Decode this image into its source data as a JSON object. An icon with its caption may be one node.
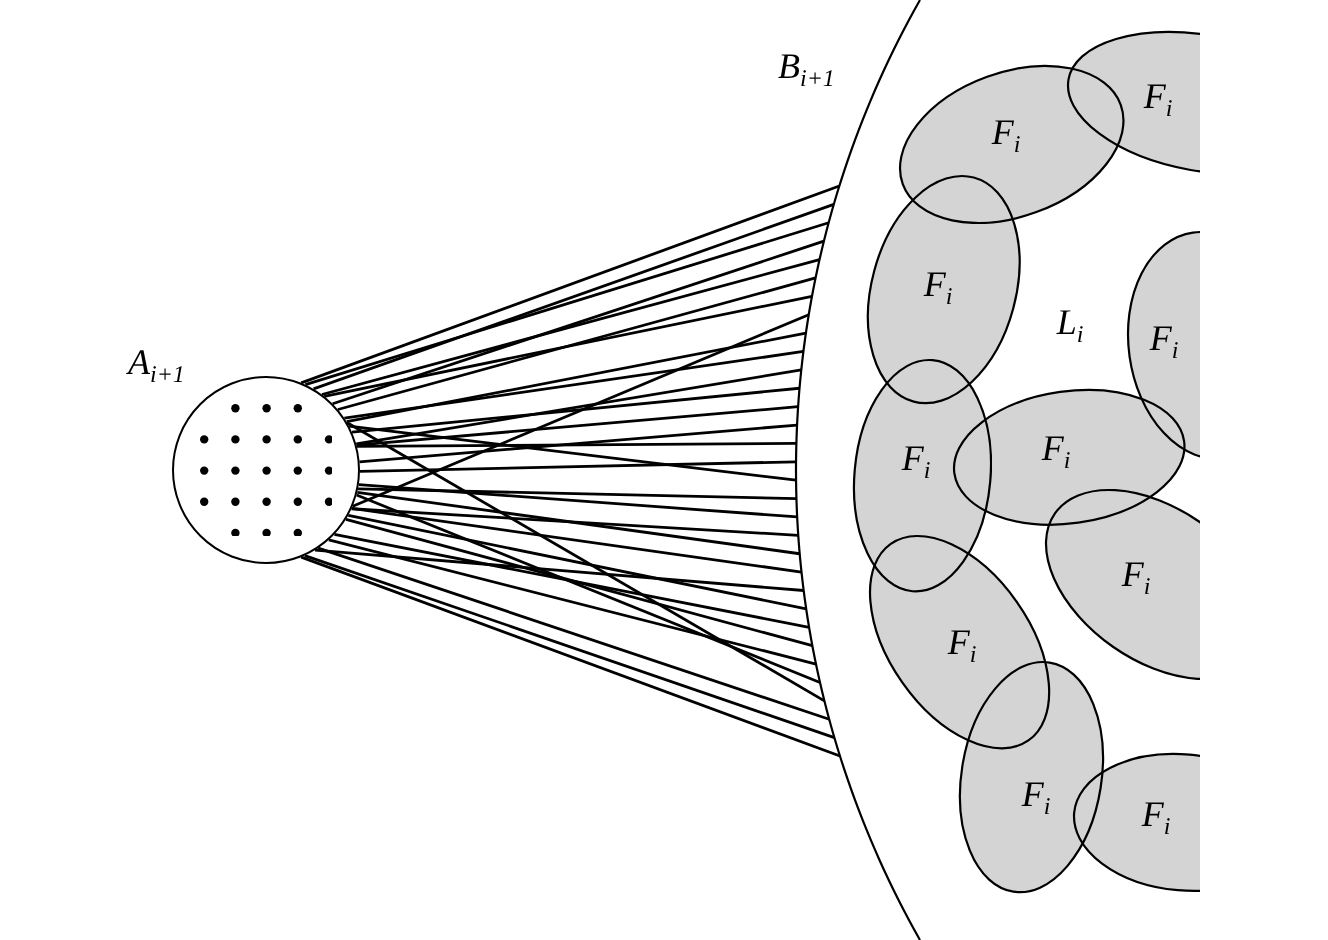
{
  "diagram": {
    "nodes": [
      {
        "text": [
          "A$_{i+1}$"
        ]
      },
      {
        "text": [
          "B$_{i+1}$"
        ]
      },
      {
        "text": [
          "F$_{i}$"
        ]
      },
      {
        "text": [
          "F$_{i}$"
        ]
      },
      {
        "text": [
          "F$_{i}$"
        ]
      },
      {
        "text": [
          "F$_{i}$"
        ]
      },
      {
        "text": [
          "F$_{i}$"
        ]
      },
      {
        "text": [
          "F$_{i}$"
        ]
      },
      {
        "text": [
          "F$_{i}$"
        ]
      },
      {
        "text": [
          "F$_{i}$"
        ]
      },
      {
        "text": [
          "F$_{i}$"
        ]
      },
      {
        "text": [
          "F$_{i}$"
        ]
      }
    ],
    "edges": [
      {
        "from": 0,
        "to": 1,
        "arrow": "none"
      },
      {
        "from": 0,
        "to": 1,
        "arrow": "none"
      },
      {
        "from": 0,
        "to": 1,
        "arrow": "none"
      },
      {
        "from": 0,
        "to": 1,
        "arrow": "none"
      },
      {
        "from": 0,
        "to": 1,
        "arrow": "none"
      },
      {
        "from": 0,
        "to": 1,
        "arrow": "none"
      },
      {
        "from": 0,
        "to": 1,
        "arrow": "none"
      },
      {
        "from": 0,
        "to": 1,
        "arrow": "none"
      },
      {
        "from": 0,
        "to": 1,
        "arrow": "none"
      },
      {
        "from": 0,
        "to": 1,
        "arrow": "none"
      },
      {
        "from": 0,
        "to": 1,
        "arrow": "none"
      },
      {
        "from": 0,
        "to": 1,
        "arrow": "none"
      },
      {
        "from": 0,
        "to": 1,
        "arrow": "none"
      },
      {
        "from": 0,
        "to": 1,
        "arrow": "none"
      },
      {
        "from": 0,
        "to": 1,
        "arrow": "none"
      },
      {
        "from": 0,
        "to": 1,
        "arrow": "none"
      },
      {
        "from": 0,
        "to": 1,
        "arrow": "none"
      },
      {
        "from": 0,
        "to": 1,
        "arrow": "none"
      },
      {
        "from": 0,
        "to": 1,
        "arrow": "none"
      },
      {
        "from": 0,
        "to": 1,
        "arrow": "none"
      },
      {
        "from": 0,
        "to": 1,
        "arrow": "none"
      },
      {
        "from": 0,
        "to": 1,
        "arrow": "none"
      },
      {
        "from": 0,
        "to": 1,
        "arrow": "none"
      },
      {
        "from": 0,
        "to": 1,
        "arrow": "none"
      },
      {
        "from": 0,
        "to": 1,
        "arrow": "none"
      },
      {
        "from": 0,
        "to": 1,
        "arrow": "none"
      },
      {
        "from": 0,
        "to": 1,
        "arrow": "none"
      },
      {
        "from": 0,
        "to": 1,
        "arrow": "none"
      },
      {
        "from": 0,
        "to": 1,
        "arrow": "none"
      },
      {
        "from": 0,
        "to": 1,
        "arrow": "none"
      },
      {
        "from": 0,
        "to": 1,
        "arrow": "none"
      },
      {
        "from": 0,
        "to": 1,
        "arrow": "none"
      }
    ],
    "labels": [
      "L$_{i}$"
    ]
  }
}
